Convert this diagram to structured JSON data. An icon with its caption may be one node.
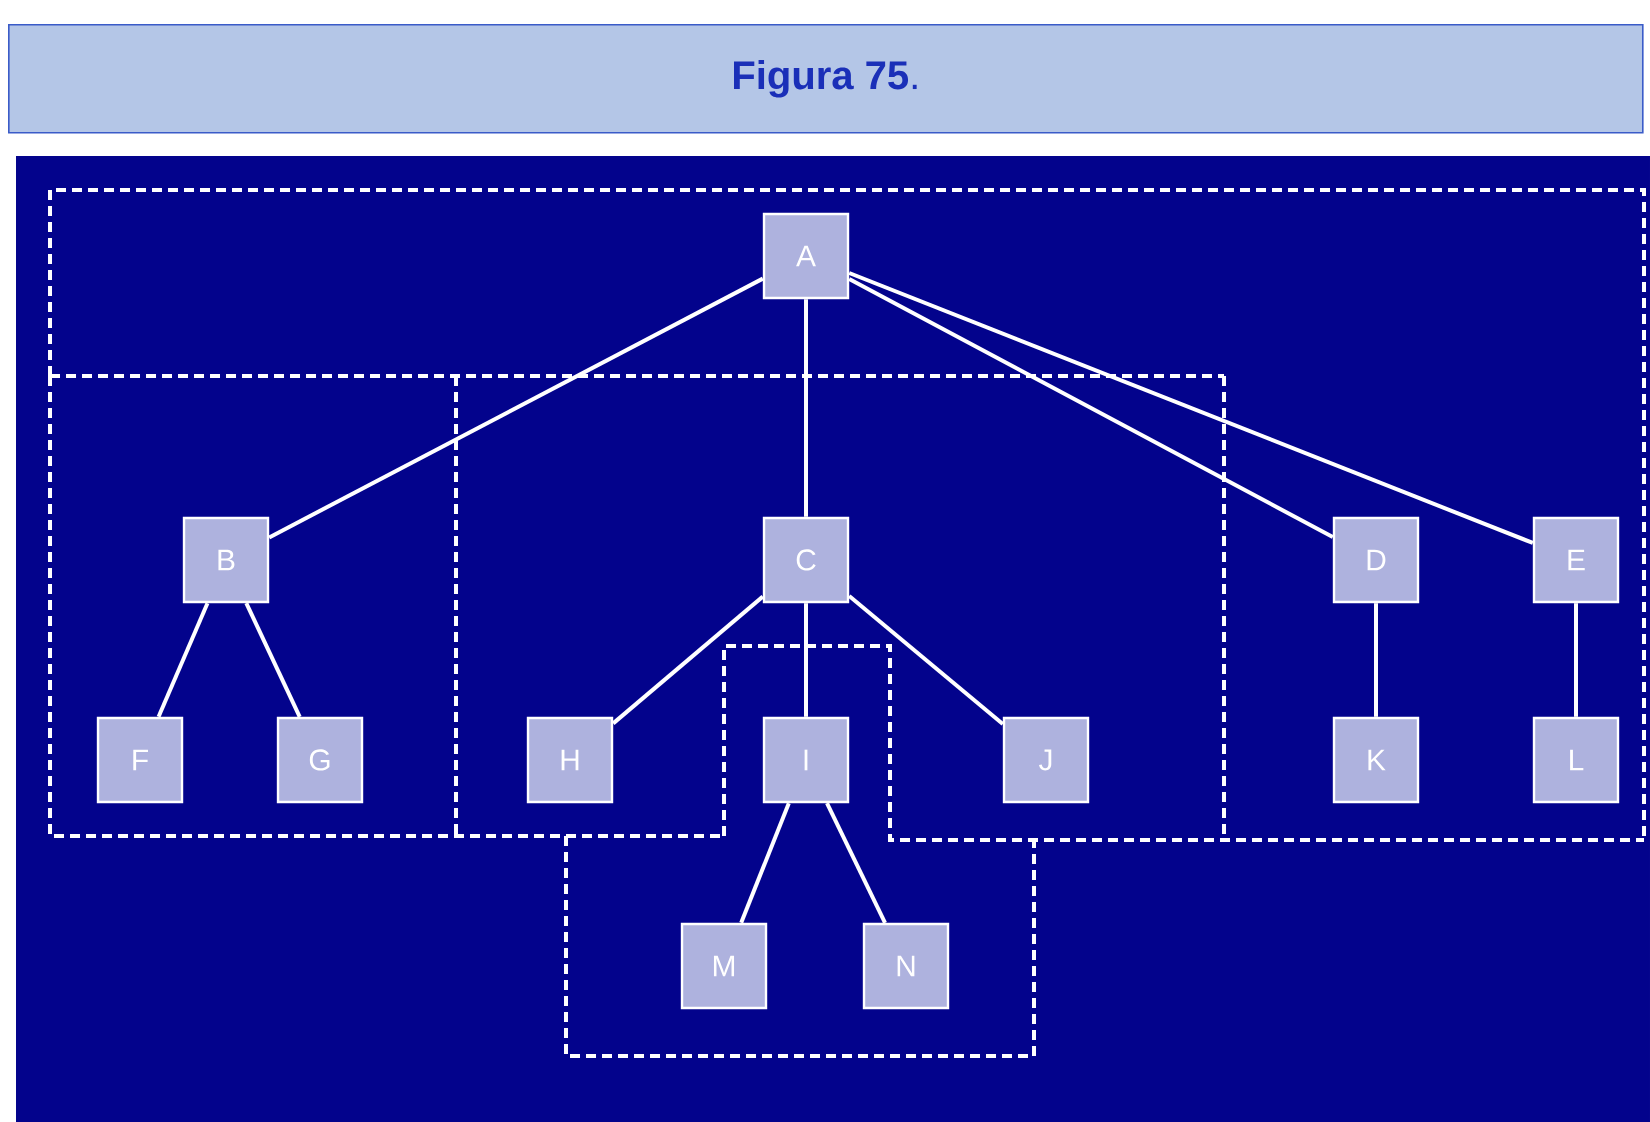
{
  "diagram": {
    "title": "**Figura 75**.",
    "nodes": [
      {
        "text": [
          "A"
        ]
      },
      {
        "text": [
          "B"
        ]
      },
      {
        "text": [
          "C"
        ]
      },
      {
        "text": [
          "D"
        ]
      },
      {
        "text": [
          "E"
        ]
      },
      {
        "text": [
          "F"
        ]
      },
      {
        "text": [
          "G"
        ]
      },
      {
        "text": [
          "H"
        ]
      },
      {
        "text": [
          "I"
        ]
      },
      {
        "text": [
          "J"
        ]
      },
      {
        "text": [
          "K"
        ]
      },
      {
        "text": [
          "L"
        ]
      },
      {
        "text": [
          "M"
        ]
      },
      {
        "text": [
          "N"
        ]
      }
    ],
    "edges": [
      {
        "from": 0,
        "to": 1,
        "arrow": "none"
      },
      {
        "from": 0,
        "to": 2,
        "arrow": "none"
      },
      {
        "from": 0,
        "to": 3,
        "arrow": "none"
      },
      {
        "from": 0,
        "to": 4,
        "arrow": "none"
      },
      {
        "from": 1,
        "to": 5,
        "arrow": "none"
      },
      {
        "from": 1,
        "to": 6,
        "arrow": "none"
      },
      {
        "from": 2,
        "to": 7,
        "arrow": "none"
      },
      {
        "from": 2,
        "to": 8,
        "arrow": "none"
      },
      {
        "from": 2,
        "to": 9,
        "arrow": "none"
      },
      {
        "from": 3,
        "to": 10,
        "arrow": "none"
      },
      {
        "from": 4,
        "to": 11,
        "arrow": "none"
      },
      {
        "from": 8,
        "to": 12,
        "arrow": "none"
      },
      {
        "from": 8,
        "to": 13,
        "arrow": "none"
      }
    ]
  }
}
